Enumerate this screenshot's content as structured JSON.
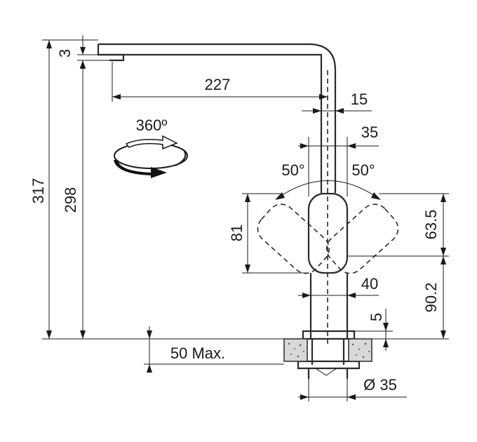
{
  "dimensions": {
    "total_height": "317",
    "spout_height": "298",
    "spout_tip": "3",
    "spout_reach": "227",
    "spout_offset": "15",
    "body_width": "35",
    "angle_left": "50°",
    "angle_right": "50°",
    "lever_height": "81",
    "lever_upper": "63.5",
    "base_height": "90.2",
    "base_width": "40",
    "counter_gap": "5",
    "mount_thickness": "50 Max.",
    "hole_diameter": "Ø 35"
  },
  "rotation": {
    "label": "360º"
  },
  "icons": {
    "rotation_icon": "rotation-arrows-icon"
  }
}
